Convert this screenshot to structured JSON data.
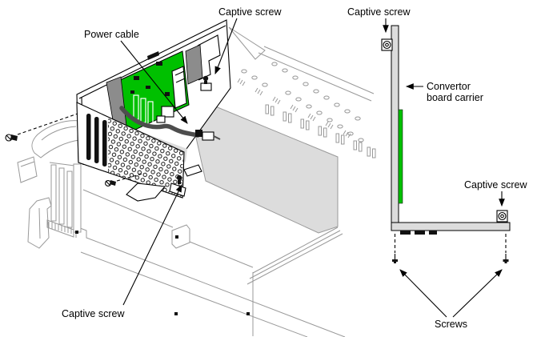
{
  "left_view": {
    "labels": {
      "power_cable": "Power cable",
      "captive_screw_top": "Captive screw",
      "captive_screw_bottom": "Captive screw"
    }
  },
  "right_view": {
    "labels": {
      "captive_screw_top": "Captive screw",
      "carrier_line1": "Convertor",
      "carrier_line2": "board carrier",
      "captive_screw_right": "Captive screw",
      "screws": "Screws"
    }
  },
  "icons": {
    "arrow": "arrow-icon",
    "captive_screw": "captive-screw-icon",
    "screw": "screw-icon",
    "dashed_leader": "dashed-leader-line"
  },
  "colors": {
    "board_green": "#00C000",
    "carrier_gray": "#DCDCDC",
    "chassis_line_gray": "#999999",
    "connector_dark_gray": "#8C8C8C",
    "outline_black": "#000000",
    "background": "#FFFFFF"
  }
}
